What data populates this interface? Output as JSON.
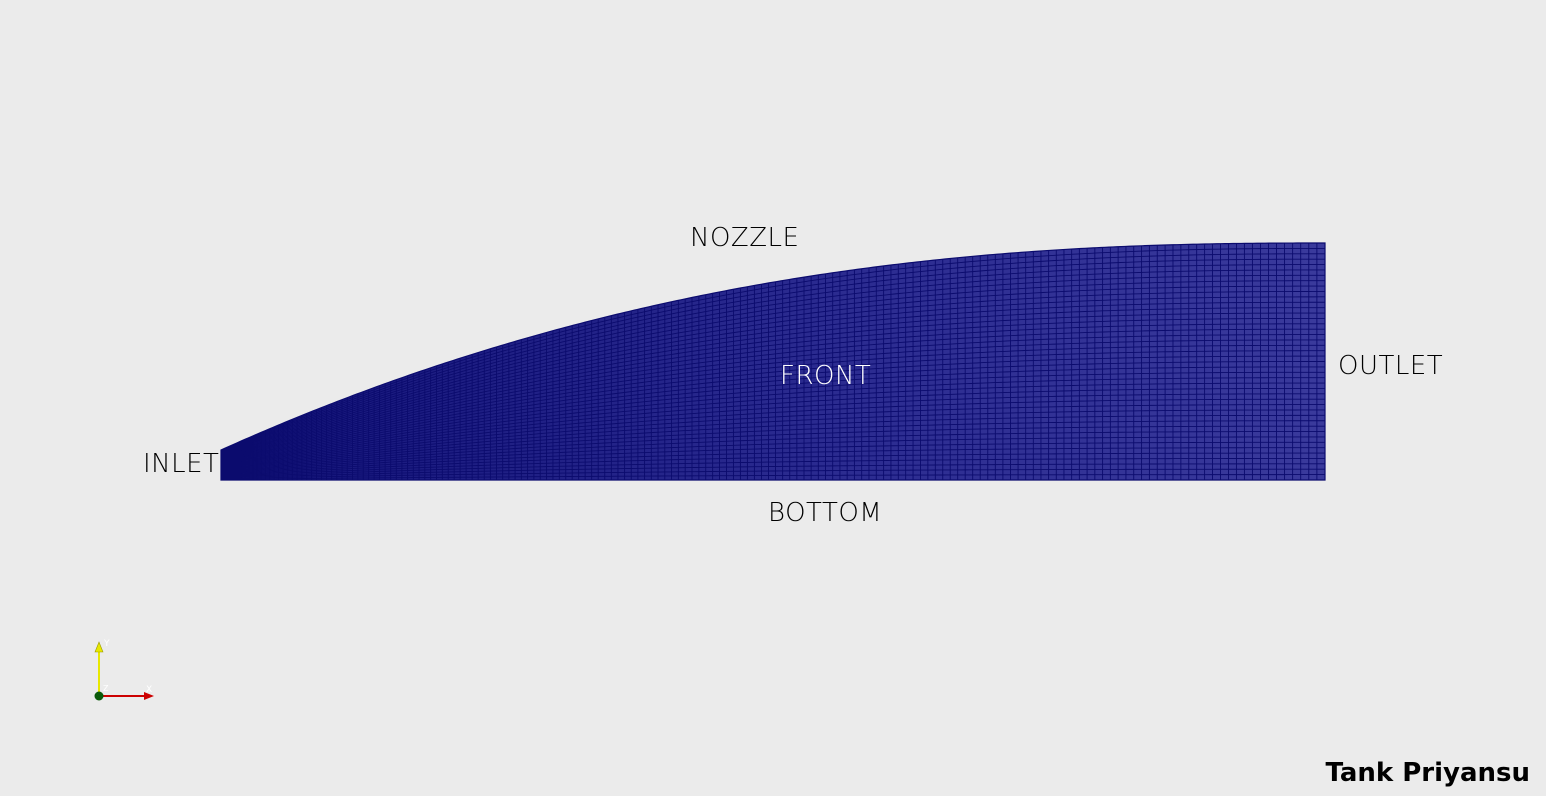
{
  "boundary_labels": {
    "nozzle": "NOZZLE",
    "inlet": "INLET",
    "front": "FRONT",
    "outlet": "OUTLET",
    "bottom": "BOTTOM"
  },
  "credit": "Tank Priyansu",
  "axes": {
    "y_label": "Y",
    "x_label": "X",
    "z_label": "Z"
  },
  "colors": {
    "background": "#ebebeb",
    "mesh_fill": "#2a2a8c",
    "mesh_line": "#0b0b6e",
    "x_axis": "#cc0000",
    "y_axis": "#e8e800",
    "z_axis": "#0a5a0a"
  }
}
